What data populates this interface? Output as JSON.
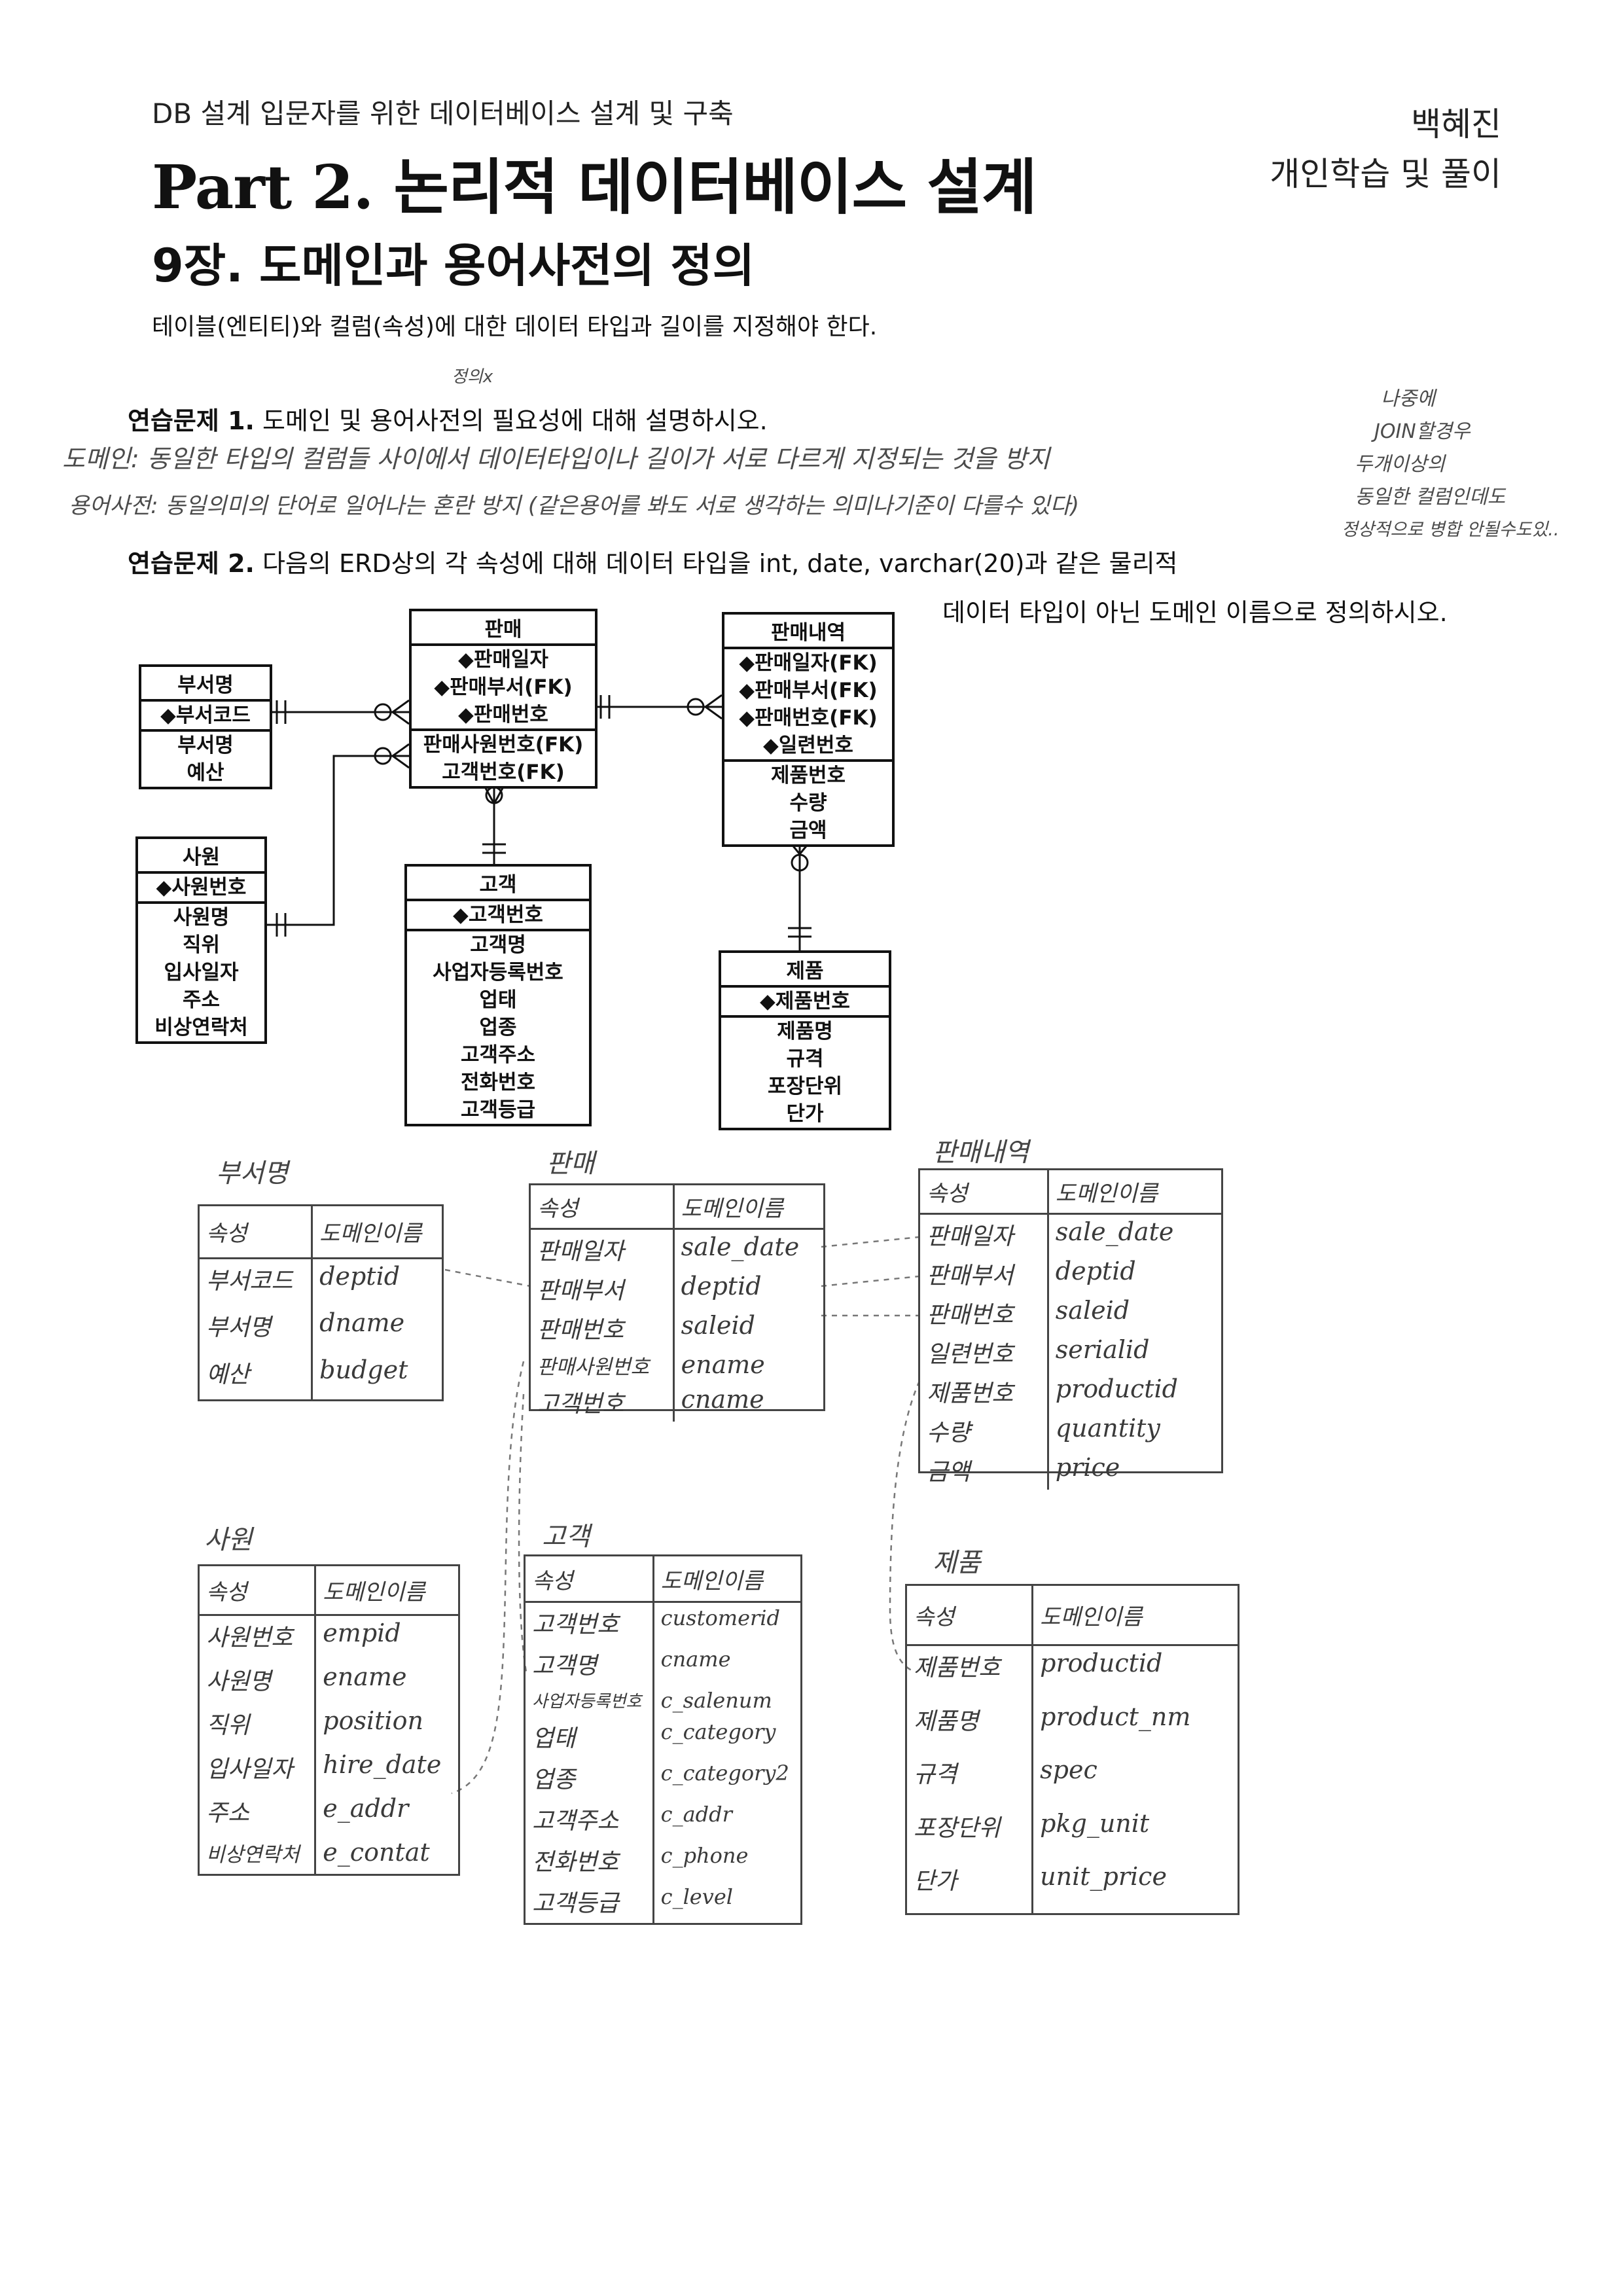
{
  "header": {
    "subtitle": "DB 설계 입문자를 위한 데이터베이스 설계 및 구축",
    "part_title": "Part 2. 논리적 데이터베이스 설계",
    "author_name": "백혜진",
    "author_note": "개인학습 및 풀이",
    "chapter_title": "9장. 도메인과 용어사전의 정의",
    "intro": "테이블(엔티티)와 컬럼(속성)에 대한 데이터 타입과 길이를 지정해야 한다."
  },
  "exercise1": {
    "label": "연습문제 1.",
    "text": "도메인 및 용어사전의 필요성에 대해 설명하시오.",
    "margin_note": "정의x",
    "answer_domain": "도메인: 동일한 타입의 컬럼들 사이에서 데이터타입이나 길이가 서로 다르게 지정되는 것을 방지",
    "answer_dictionary": "용어사전: 동일의미의 단어로 일어나는 혼란 방지 (같은용어를 봐도 서로 생각하는 의미나기준이 다를수 있다)",
    "side_note": [
      "나중에",
      "JOIN할경우",
      "두개이상의",
      "동일한 컬럼인데도",
      "정상적으로 병합 안될수도있.."
    ]
  },
  "exercise2": {
    "label": "연습문제 2.",
    "text_line1": "다음의 ERD상의 각 속성에 대해 데이터 타입을 int, date, varchar(20)과 같은 물리적",
    "text_line2": "데이터 타입이 아닌 도메인 이름으로 정의하시오."
  },
  "erd": {
    "dept": {
      "name": "부서명",
      "rows": [
        "◆부서코드",
        "부서명",
        "예산"
      ]
    },
    "emp": {
      "name": "사원",
      "rows": [
        "◆사원번호",
        "사원명",
        "직위",
        "입사일자",
        "주소",
        "비상연락처"
      ]
    },
    "sale": {
      "name": "판매",
      "rows": [
        "◆판매일자",
        "◆판매부서(FK)",
        "◆판매번호",
        "판매사원번호(FK)",
        "고객번호(FK)"
      ]
    },
    "cust": {
      "name": "고객",
      "rows": [
        "◆고객번호",
        "고객명",
        "사업자등록번호",
        "업태",
        "업종",
        "고객주소",
        "전화번호",
        "고객등급"
      ]
    },
    "detail": {
      "name": "판매내역",
      "rows": [
        "◆판매일자(FK)",
        "◆판매부서(FK)",
        "◆판매번호(FK)",
        "◆일련번호",
        "제품번호",
        "수량",
        "금액"
      ]
    },
    "prod": {
      "name": "제품",
      "rows": [
        "◆제품번호",
        "제품명",
        "규격",
        "포장단위",
        "단가"
      ]
    }
  },
  "domains": {
    "header_attr": "속성",
    "header_domain": "도메인이름",
    "dept": {
      "title": "부서명",
      "rows": [
        [
          "부서코드",
          "deptid"
        ],
        [
          "부서명",
          "dname"
        ],
        [
          "예산",
          "budget"
        ]
      ]
    },
    "sale": {
      "title": "판매",
      "rows": [
        [
          "판매일자",
          "sale_date"
        ],
        [
          "판매부서",
          "deptid"
        ],
        [
          "판매번호",
          "saleid"
        ],
        [
          "판매사원번호",
          "ename"
        ],
        [
          "고객번호",
          "cname"
        ]
      ]
    },
    "detail": {
      "title": "판매내역",
      "rows": [
        [
          "판매일자",
          "sale_date"
        ],
        [
          "판매부서",
          "deptid"
        ],
        [
          "판매번호",
          "saleid"
        ],
        [
          "일련번호",
          "serialid"
        ],
        [
          "제품번호",
          "productid"
        ],
        [
          "수량",
          "quantity"
        ],
        [
          "금액",
          "price"
        ]
      ]
    },
    "emp": {
      "title": "사원",
      "rows": [
        [
          "사원번호",
          "empid"
        ],
        [
          "사원명",
          "ename"
        ],
        [
          "직위",
          "position"
        ],
        [
          "입사일자",
          "hire_date"
        ],
        [
          "주소",
          "e_addr"
        ],
        [
          "비상연락처",
          "e_contat"
        ]
      ]
    },
    "cust": {
      "title": "고객",
      "rows": [
        [
          "고객번호",
          "customerid"
        ],
        [
          "고객명",
          "cname"
        ],
        [
          "사업자등록번호",
          "c_salenum"
        ],
        [
          "업태",
          "c_category"
        ],
        [
          "업종",
          "c_category2"
        ],
        [
          "고객주소",
          "c_addr"
        ],
        [
          "전화번호",
          "c_phone"
        ],
        [
          "고객등급",
          "c_level"
        ]
      ]
    },
    "prod": {
      "title": "제품",
      "rows": [
        [
          "제품번호",
          "productid"
        ],
        [
          "제품명",
          "product_nm"
        ],
        [
          "규격",
          "spec"
        ],
        [
          "포장단위",
          "pkg_unit"
        ],
        [
          "단가",
          "unit_price"
        ]
      ]
    }
  }
}
